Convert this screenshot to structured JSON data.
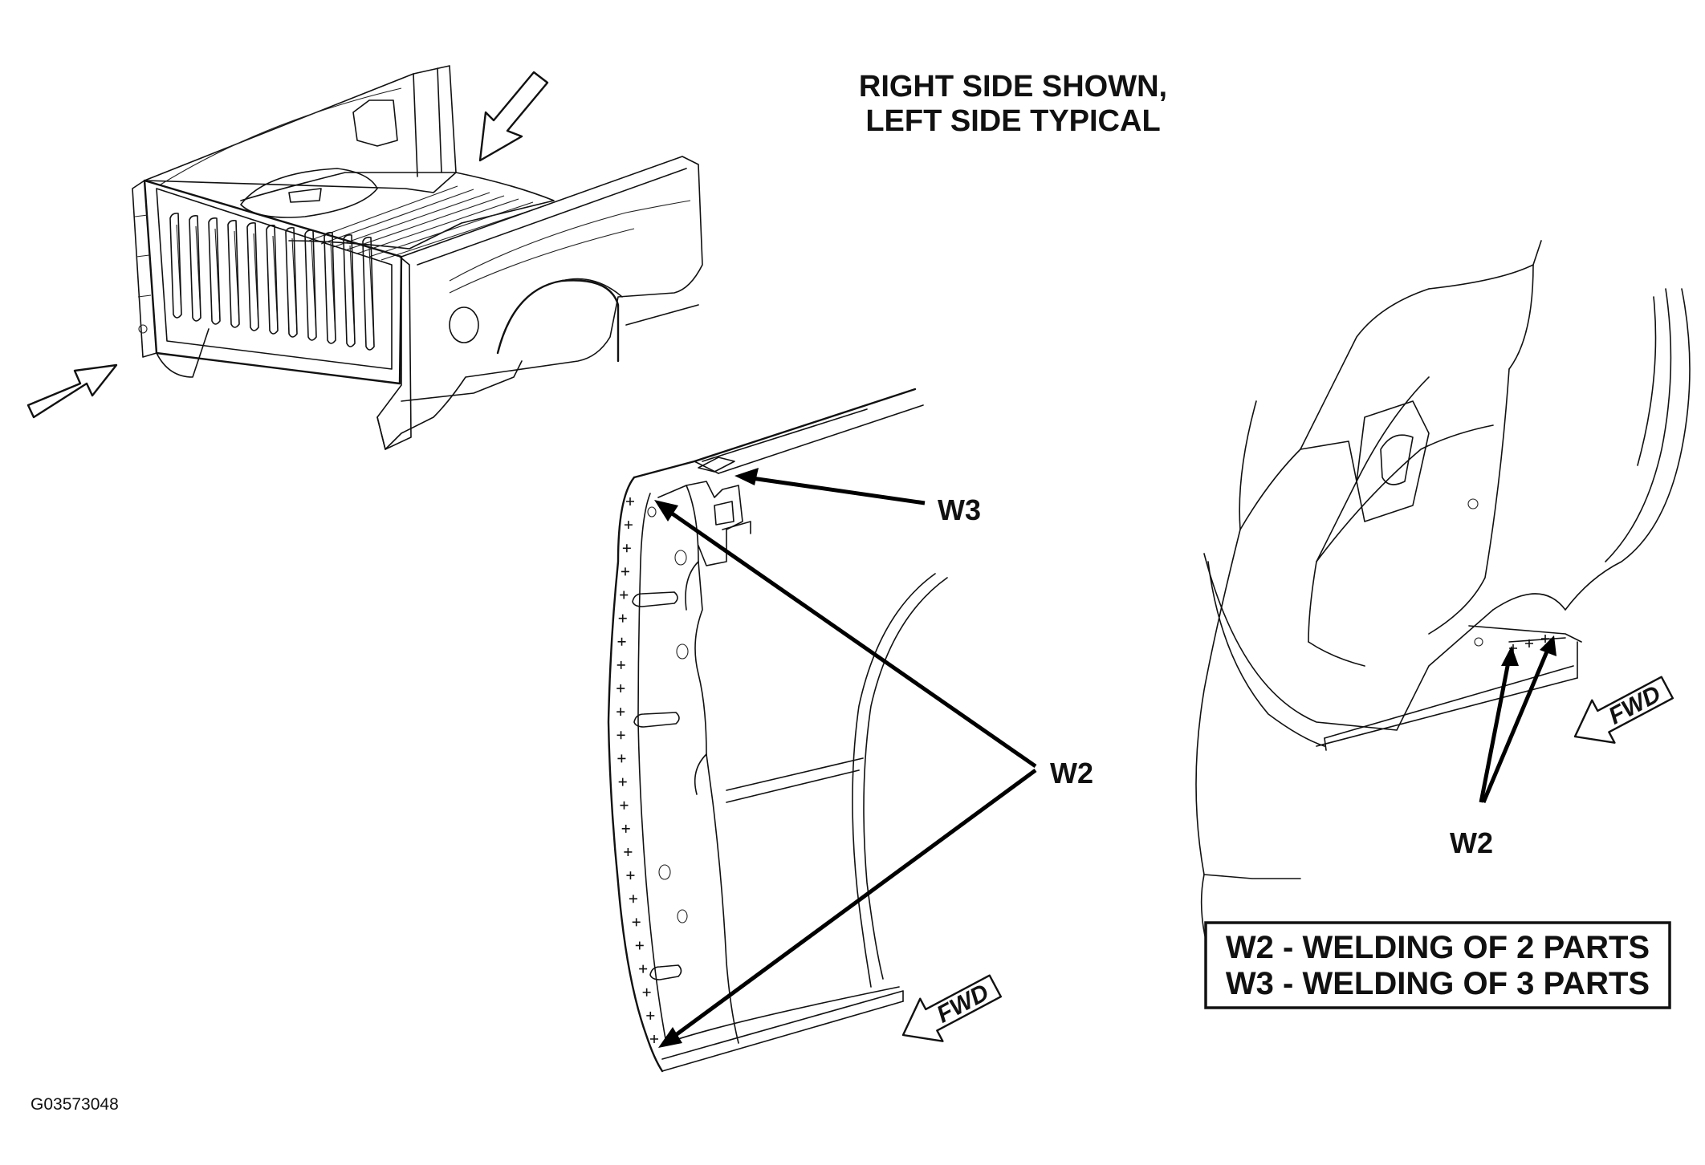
{
  "heading": {
    "line1": "RIGHT SIDE SHOWN,",
    "line2": "LEFT SIDE TYPICAL"
  },
  "callouts": {
    "w3": "W3",
    "w2_center": "W2",
    "w2_right": "W2"
  },
  "fwd_labels": {
    "center": "FWD",
    "right": "FWD"
  },
  "legend": {
    "line1": "W2 - WELDING OF 2 PARTS",
    "line2": "W3 - WELDING OF 3 PARTS"
  },
  "figure_code": "G03573048",
  "icons": [
    "overview-arrow-icon",
    "fwd-arrow-icon",
    "weld-mark-icon"
  ],
  "colors": {
    "ink": "#111111",
    "background": "#ffffff"
  }
}
